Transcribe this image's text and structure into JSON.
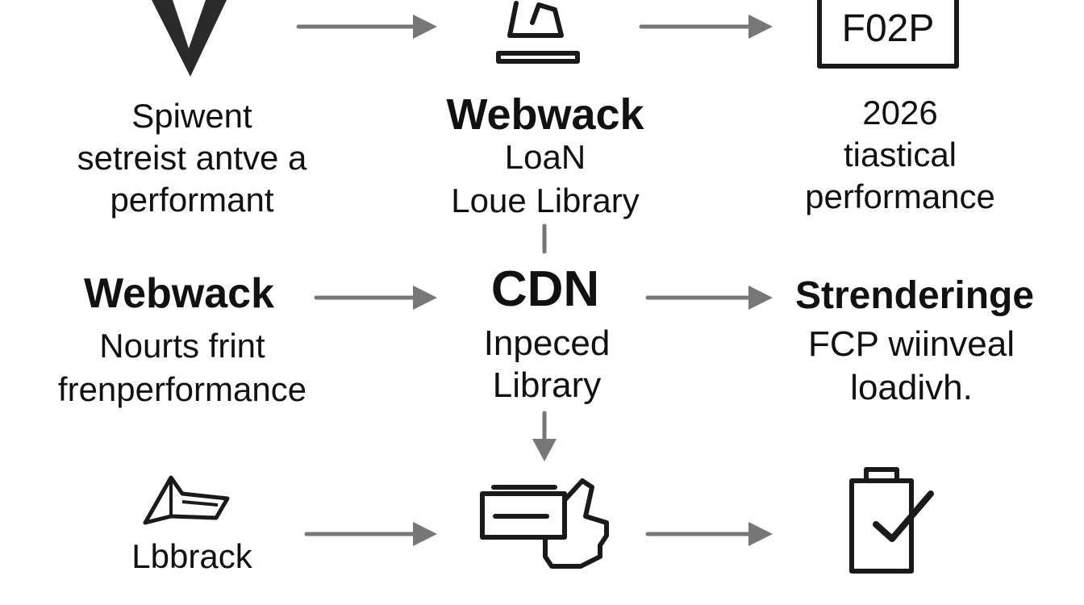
{
  "nodes": {
    "r1c1": {
      "lines": [
        "Spiwent",
        "setreist antve a",
        "performant"
      ]
    },
    "r1c2": {
      "title": "Webwack",
      "lines": [
        "LoaN",
        "Loue Library"
      ]
    },
    "r1c3": {
      "badge": "F02P",
      "lines": [
        "2026",
        "tiastical",
        "performance"
      ]
    },
    "r2c1": {
      "title": "Webwack",
      "lines": [
        "Nourts frint",
        "frenperformance"
      ]
    },
    "r2c2": {
      "title": "CDN",
      "lines": [
        "Inpeced",
        "Library"
      ]
    },
    "r2c3": {
      "title": "Strenderinge",
      "lines": [
        "FCP wiinveal",
        "loadivh."
      ]
    },
    "r3c1": {
      "label": "Lbbrack"
    }
  },
  "icons": {
    "r1c1": "v-logo-icon",
    "r1c2": "chess-pawn-icon",
    "r3c1": "flag-icon",
    "r3c2": "thumbs-up-icon",
    "r3c3": "clipboard-check-icon"
  },
  "colors": {
    "arrow": "#777777",
    "text": "#111111",
    "icon": "#1a1a1a"
  }
}
